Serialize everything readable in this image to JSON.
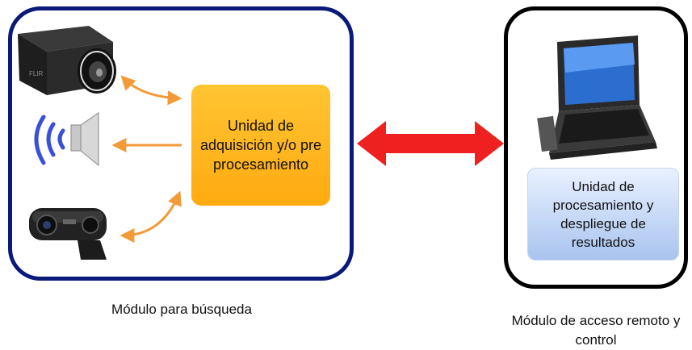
{
  "modules": {
    "search_caption": "Módulo para búsqueda",
    "remote_caption": "Módulo de acceso remoto y control"
  },
  "units": {
    "acquisition": "Unidad de adquisición y/o pre procesamiento",
    "processing": "Unidad de procesamiento y despliegue de resultados"
  },
  "colors": {
    "search_border": "#0a1a78",
    "remote_border": "#000000",
    "acquisition_fill": "#ffb41e",
    "processing_fill": "#c6d8f4",
    "arrow_orange": "#f39a38",
    "arrow_red": "#ee2020"
  },
  "icons": [
    "thermal-camera-icon",
    "speaker-icon",
    "webcam-icon",
    "laptop-icon"
  ]
}
